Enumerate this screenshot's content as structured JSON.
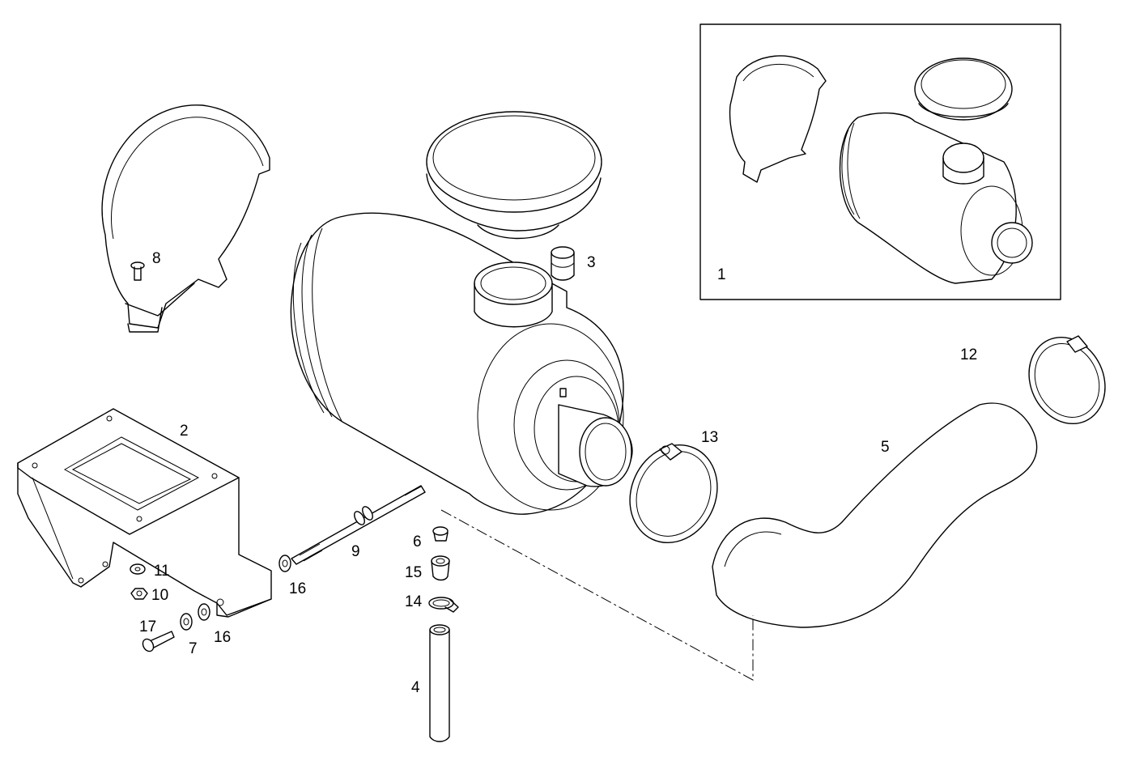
{
  "callouts": [
    {
      "id": "1",
      "part": "air-filter-assembly"
    },
    {
      "id": "2",
      "part": "mounting-bracket"
    },
    {
      "id": "3",
      "part": "dust-valve"
    },
    {
      "id": "4",
      "part": "tube"
    },
    {
      "id": "5",
      "part": "intake-hose"
    },
    {
      "id": "6",
      "part": "screw"
    },
    {
      "id": "7",
      "part": "nut"
    },
    {
      "id": "8",
      "part": "bolt"
    },
    {
      "id": "9",
      "part": "tie-rod"
    },
    {
      "id": "10",
      "part": "nut"
    },
    {
      "id": "11",
      "part": "washer"
    },
    {
      "id": "12",
      "part": "hose-clamp"
    },
    {
      "id": "13",
      "part": "hose-clamp"
    },
    {
      "id": "14",
      "part": "hose-clamp-small"
    },
    {
      "id": "15",
      "part": "adapter"
    },
    {
      "id": "16",
      "part": "washer"
    },
    {
      "id": "16b",
      "part": "washer"
    },
    {
      "id": "17",
      "part": "bolt"
    }
  ],
  "labels": {
    "n1": "1",
    "n2": "2",
    "n3": "3",
    "n4": "4",
    "n5": "5",
    "n6": "6",
    "n7": "7",
    "n8": "8",
    "n9": "9",
    "n10": "10",
    "n11": "11",
    "n12": "12",
    "n13": "13",
    "n14": "14",
    "n15": "15",
    "n16a": "16",
    "n16b": "16",
    "n17": "17"
  },
  "colors": {
    "line": "#000000",
    "background": "#ffffff"
  }
}
